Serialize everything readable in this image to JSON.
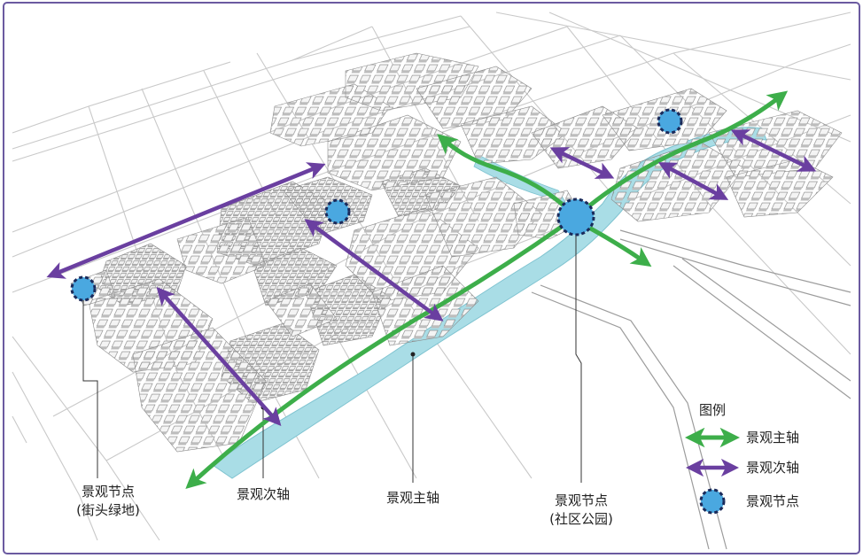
{
  "colors": {
    "main_axis": "#3dae4a",
    "secondary_axis": "#6a3fa0",
    "node_fill": "#4aa8e0",
    "node_border": "#1a2a5a",
    "water": "#a9dde6",
    "border": "#6b5aa0"
  },
  "labels": {
    "node_street": "景观节点",
    "node_street_sub": "(街头绿地)",
    "secondary_axis": "景观次轴",
    "main_axis": "景观主轴",
    "node_park": "景观节点",
    "node_park_sub": "(社区公园)"
  },
  "legend": {
    "title": "图例",
    "items": [
      {
        "label": "景观主轴",
        "symbol": "green-arrow-icon"
      },
      {
        "label": "景观次轴",
        "symbol": "purple-arrow-icon"
      },
      {
        "label": "景观节点",
        "symbol": "node-circle-icon"
      }
    ]
  }
}
